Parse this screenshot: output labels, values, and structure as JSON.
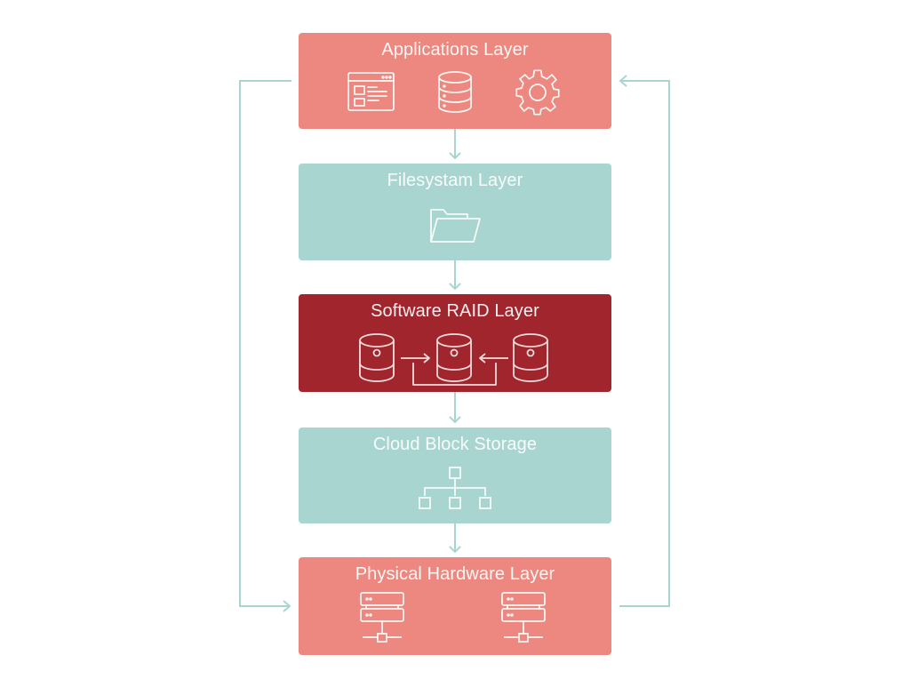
{
  "diagram": {
    "layers": [
      {
        "title": "Applications Layer",
        "color": "#ec8880",
        "icons": [
          "application-window-icon",
          "database-icon",
          "gear-icon"
        ]
      },
      {
        "title": "Filesystam Layer",
        "color": "#a9d5d0",
        "icons": [
          "folder-icon"
        ]
      },
      {
        "title": "Software RAID Layer",
        "color": "#a0252d",
        "icons": [
          "disk-icon",
          "disk-icon",
          "disk-icon"
        ]
      },
      {
        "title": "Cloud Block Storage",
        "color": "#a9d5d0",
        "icons": [
          "hierarchy-icon"
        ]
      },
      {
        "title": "Physical Hardware Layer",
        "color": "#ec8880",
        "icons": [
          "server-network-icon",
          "server-network-icon"
        ]
      }
    ],
    "connector_color": "#a9d5d0",
    "flows": [
      {
        "from": "Applications Layer",
        "to": "Filesystam Layer"
      },
      {
        "from": "Filesystam Layer",
        "to": "Software RAID Layer"
      },
      {
        "from": "Software RAID Layer",
        "to": "Cloud Block Storage"
      },
      {
        "from": "Cloud Block Storage",
        "to": "Physical Hardware Layer"
      },
      {
        "from": "Applications Layer",
        "to": "Physical Hardware Layer",
        "side": "left"
      },
      {
        "from": "Physical Hardware Layer",
        "to": "Applications Layer",
        "side": "right"
      }
    ]
  }
}
